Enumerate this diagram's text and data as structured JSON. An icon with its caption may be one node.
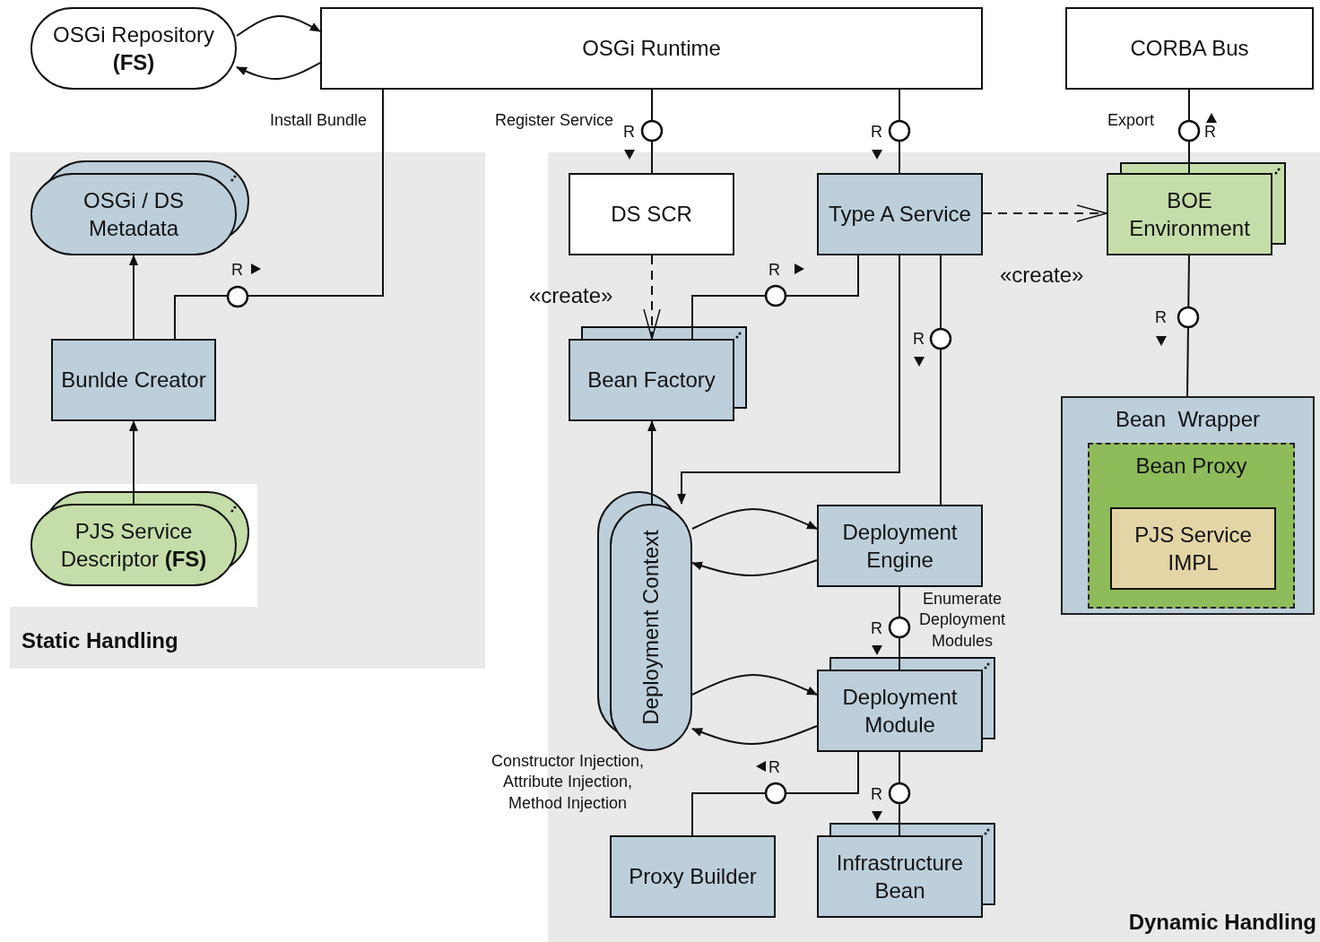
{
  "diagram": {
    "nodes": [
      {
        "text": [
          "OSGi Repository **(FS)**"
        ]
      },
      {
        "text": [
          "OSGi Runtime"
        ]
      },
      {
        "text": [
          "CORBA Bus"
        ]
      },
      {
        "text": [
          "Static Handling"
        ]
      },
      {
        "text": [
          "OSGi / DS Metadata"
        ],
        "in": 3
      },
      {
        "text": [
          "Bunlde Creator"
        ],
        "in": 3
      },
      {
        "text": [
          "PJS Service Descriptor **(FS)**"
        ],
        "in": 3
      },
      {
        "text": [
          "Dynamic Handling"
        ]
      },
      {
        "text": [
          "DS SCR"
        ],
        "in": 7
      },
      {
        "text": [
          "Type A Service"
        ],
        "in": 7
      },
      {
        "text": [
          "BOE Environment"
        ],
        "in": 7
      },
      {
        "text": [
          "Bean Factory"
        ],
        "in": 7
      },
      {
        "text": [
          "Bean  Wrapper"
        ],
        "in": 7
      },
      {
        "text": [
          "Bean Proxy"
        ],
        "in": 12
      },
      {
        "text": [
          "PJS Service IMPL"
        ],
        "in": 13
      },
      {
        "text": [
          "Deployment Context"
        ],
        "in": 7
      },
      {
        "text": [
          "Deployment Engine"
        ],
        "in": 7
      },
      {
        "text": [
          "Deployment Module"
        ],
        "in": 7
      },
      {
        "text": [
          "Proxy Builder"
        ],
        "in": 7
      },
      {
        "text": [
          "Infrastructure Bean"
        ],
        "in": 7
      }
    ],
    "edges": [
      {
        "from": 0,
        "to": 1,
        "arrow": "to"
      },
      {
        "from": 1,
        "to": 0,
        "arrow": "to"
      },
      {
        "from": 1,
        "to": 5,
        "arrow": "none",
        "label": "R"
      },
      {
        "from": 5,
        "to": 4,
        "arrow": "to"
      },
      {
        "from": 6,
        "to": 5,
        "arrow": "to"
      },
      {
        "from": 1,
        "to": 8,
        "arrow": "none",
        "label": "R"
      },
      {
        "from": 1,
        "to": 9,
        "arrow": "none",
        "label": "R"
      },
      {
        "from": 2,
        "to": 10,
        "arrow": "none",
        "label": "R"
      },
      {
        "from": 8,
        "to": 11,
        "arrow": "to",
        "style": "dashed",
        "label": "«create»"
      },
      {
        "from": 9,
        "to": 10,
        "arrow": "to",
        "style": "dashed",
        "label": "«create»"
      },
      {
        "from": 9,
        "to": 11,
        "arrow": "none",
        "label": "R"
      },
      {
        "from": 10,
        "to": 12,
        "arrow": "none",
        "label": "R"
      },
      {
        "from": 9,
        "to": 15,
        "arrow": "to"
      },
      {
        "from": 9,
        "to": 16,
        "arrow": "none",
        "label": "R"
      },
      {
        "from": 15,
        "to": 11,
        "arrow": "to"
      },
      {
        "from": 15,
        "to": 16,
        "arrow": "to"
      },
      {
        "from": 16,
        "to": 15,
        "arrow": "to"
      },
      {
        "from": 16,
        "to": 17,
        "arrow": "none",
        "label": "R"
      },
      {
        "from": 15,
        "to": 17,
        "arrow": "to"
      },
      {
        "from": 17,
        "to": 15,
        "arrow": "to"
      },
      {
        "from": 17,
        "to": 18,
        "arrow": "none",
        "label": "R"
      },
      {
        "from": 17,
        "to": 19,
        "arrow": "none",
        "label": "R"
      }
    ],
    "labels": [
      "Install Bundle",
      "Register Service",
      "Export",
      "Enumerate Deployment Modules",
      "Constructor Injection, Attribute Injection, Method Injection"
    ]
  }
}
